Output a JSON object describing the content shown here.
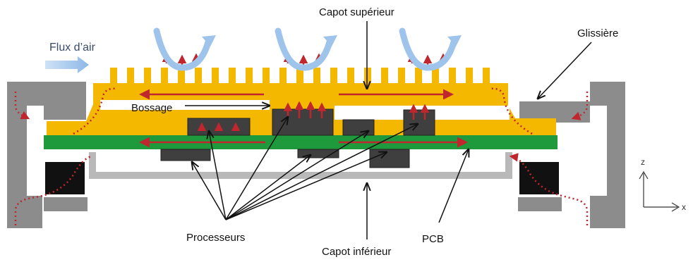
{
  "labels": {
    "top_cover": "Capot supérieur",
    "rail": "Glissière",
    "airflow": "Flux d’air",
    "boss": "Bossage",
    "processors": "Processeurs",
    "bottom_cover": "Capot inférieur",
    "pcb": "PCB",
    "axis_z": "z",
    "axis_x": "x"
  },
  "colors": {
    "top_cover": "#f5b800",
    "pcb": "#1e9a3c",
    "bottom_cover": "#b9b9b9",
    "rail": "#8c8c8c",
    "processor": "#3f3f3f",
    "heat_arrow": "#c0262d",
    "air_blue": "#9ec4ec",
    "spacer": "#111111"
  }
}
